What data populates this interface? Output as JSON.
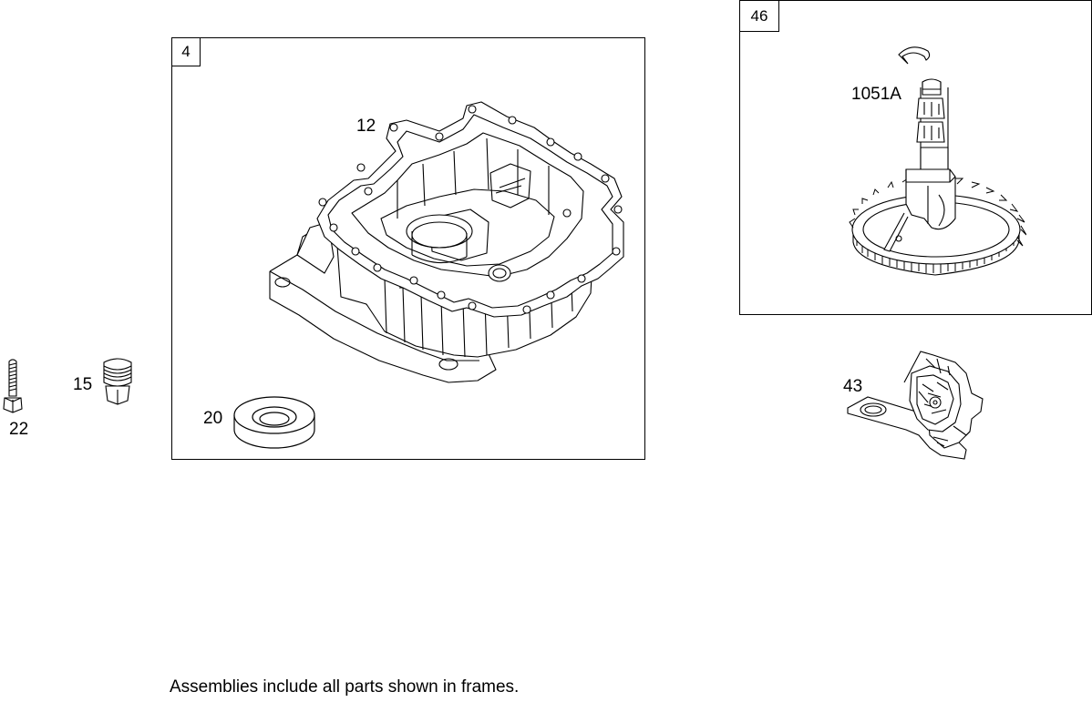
{
  "frames": [
    {
      "id": "frame-4",
      "number": "4"
    },
    {
      "id": "frame-46",
      "number": "46"
    }
  ],
  "callouts": {
    "sump": "12",
    "seal": "20",
    "plug": "15",
    "bolt": "22",
    "camshaft": "1051A",
    "governor": "43"
  },
  "footnote": "Assemblies include all parts shown in frames."
}
